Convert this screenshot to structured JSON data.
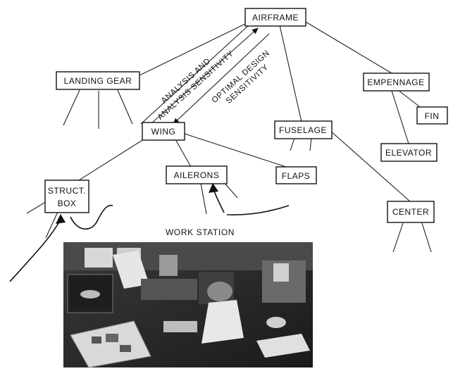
{
  "nodes": {
    "airframe": "AIRFRAME",
    "landing_gear": "LANDING GEAR",
    "empennage": "EMPENNAGE",
    "fin": "FIN",
    "wing": "WING",
    "fuselage": "FUSELAGE",
    "elevator": "ELEVATOR",
    "ailerons": "AILERONS",
    "flaps": "FLAPS",
    "struct_box_line1": "STRUCT.",
    "struct_box_line2": "BOX",
    "center": "CENTER"
  },
  "annotations": {
    "analysis_line1": "ANALYSIS AND",
    "analysis_line2": "ANALYSIS SENSITIVITY",
    "optimal_line1": "OPTIMAL DESIGN",
    "optimal_line2": "SENSITIVITY"
  },
  "workstation": {
    "label": "WORK STATION"
  }
}
